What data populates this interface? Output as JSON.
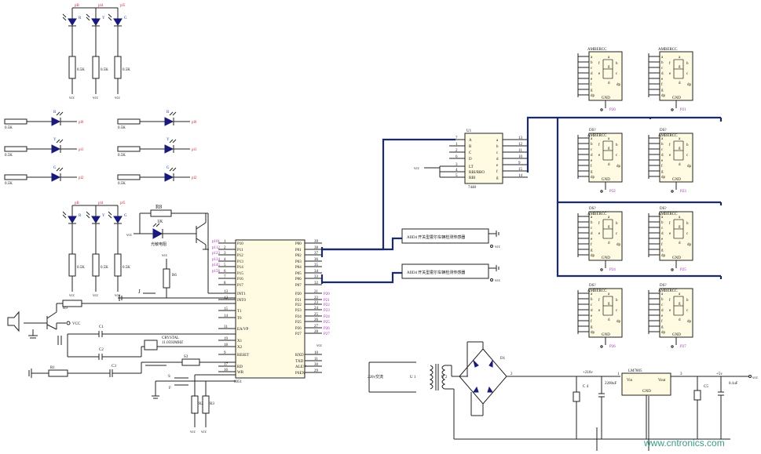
{
  "leds_top": {
    "groups": [
      {
        "labels": [
          "pB",
          "pl4",
          "pl5"
        ],
        "colors": [
          "R",
          "Y",
          "G"
        ],
        "res": "0.5K",
        "vcc": "vcc"
      },
      {
        "labels": [
          "pB",
          "pl4",
          "pl5"
        ],
        "colors": [
          "R",
          "Y",
          "G"
        ],
        "res": "0.5K",
        "vcc": "vcc"
      }
    ]
  },
  "leds_side": {
    "left": [
      {
        "color": "R",
        "res": "0.5K",
        "port": "pl0"
      },
      {
        "color": "Y",
        "res": "0.5K",
        "port": "pl1"
      },
      {
        "color": "G",
        "res": "0.5K",
        "port": "pl2"
      }
    ],
    "right": [
      {
        "color": "R",
        "res": "0.5K",
        "port": "pl0"
      },
      {
        "color": "Y",
        "res": "0.5K",
        "port": "pl1"
      },
      {
        "color": "G",
        "res": "0.5K",
        "port": "pl2"
      }
    ]
  },
  "photo": {
    "r8": "R8",
    "r8v": "1K",
    "label": "光敏电阻",
    "rb": "R6",
    "vcc": "vcc"
  },
  "mcu": {
    "name": "8051",
    "left_pins": [
      {
        "num": "1",
        "name": "P10",
        "net": "p101"
      },
      {
        "num": "2",
        "name": "P11",
        "net": "p112"
      },
      {
        "num": "3",
        "name": "P12",
        "net": "p123"
      },
      {
        "num": "4",
        "name": "P13",
        "net": "p134"
      },
      {
        "num": "5",
        "name": "P14",
        "net": "p145"
      },
      {
        "num": "6",
        "name": "P15",
        "net": "p156"
      },
      {
        "num": "7",
        "name": "P16",
        "net": ""
      },
      {
        "num": "8",
        "name": "P17",
        "net": ""
      },
      {
        "num": "13",
        "name": "INT1",
        "net": ""
      },
      {
        "num": "12",
        "name": "INT0",
        "net": ""
      },
      {
        "num": "15",
        "name": "T1",
        "net": ""
      },
      {
        "num": "14",
        "name": "T0",
        "net": ""
      },
      {
        "num": "31",
        "name": "EA/VP",
        "net": ""
      },
      {
        "num": "19",
        "name": "X1",
        "net": ""
      },
      {
        "num": "18",
        "name": "X2",
        "net": ""
      },
      {
        "num": "9",
        "name": "RESET",
        "net": ""
      },
      {
        "num": "17",
        "name": "RD",
        "net": ""
      },
      {
        "num": "16",
        "name": "WR",
        "net": ""
      }
    ],
    "right_pins": [
      {
        "num": "39",
        "name": "P00",
        "net": ""
      },
      {
        "num": "38",
        "name": "P01",
        "net": ""
      },
      {
        "num": "37",
        "name": "P02",
        "net": ""
      },
      {
        "num": "36",
        "name": "P03",
        "net": ""
      },
      {
        "num": "35",
        "name": "P04",
        "net": ""
      },
      {
        "num": "34",
        "name": "P05",
        "net": ""
      },
      {
        "num": "33",
        "name": "P06",
        "net": ""
      },
      {
        "num": "32",
        "name": "P07",
        "net": ""
      },
      {
        "num": "21",
        "name": "P20",
        "net": "P20"
      },
      {
        "num": "22",
        "name": "P21",
        "net": "P21"
      },
      {
        "num": "23",
        "name": "P22",
        "net": "P22"
      },
      {
        "num": "24",
        "name": "P23",
        "net": "P23"
      },
      {
        "num": "25",
        "name": "P24",
        "net": "P24"
      },
      {
        "num": "26",
        "name": "P25",
        "net": "P25"
      },
      {
        "num": "27",
        "name": "P26",
        "net": "P26"
      },
      {
        "num": "28",
        "name": "P27",
        "net": "P27"
      },
      {
        "num": "10",
        "name": "RXD",
        "net": ""
      },
      {
        "num": "11",
        "name": "TXD",
        "net": ""
      },
      {
        "num": "30",
        "name": "ALE/P",
        "net": ""
      },
      {
        "num": "29",
        "name": "PSEN",
        "net": ""
      }
    ],
    "vcc": "vcc"
  },
  "misc": {
    "j": "J",
    "r9": "R9",
    "vcc_buzzer": "VCC",
    "c1": "C1",
    "c2": "C2",
    "c3": "C3",
    "r1": "R1",
    "crystal": "CRYSTAL",
    "crystal_freq": "11.0592MHZ",
    "s3": "S3",
    "s": "S",
    "f": "F",
    "r2": "R2",
    "r3": "R3",
    "vcc": "vcc"
  },
  "decoder": {
    "name": "U1",
    "part": "7448",
    "inputs": [
      {
        "num": "7",
        "name": "A"
      },
      {
        "num": "1",
        "name": "B"
      },
      {
        "num": "2",
        "name": "C"
      },
      {
        "num": "6",
        "name": "D"
      }
    ],
    "ctrl": [
      {
        "num": "3",
        "name": "LT"
      },
      {
        "num": "4",
        "name": "RBI/RBO"
      },
      {
        "num": "5",
        "name": "RBI"
      }
    ],
    "outputs": [
      {
        "num": "13",
        "name": "a"
      },
      {
        "num": "12",
        "name": "b"
      },
      {
        "num": "11",
        "name": "c"
      },
      {
        "num": "10",
        "name": "d"
      },
      {
        "num": "9",
        "name": "e"
      },
      {
        "num": "15",
        "name": "f"
      },
      {
        "num": "14",
        "name": "g"
      }
    ],
    "vcc": "vcc"
  },
  "sensors": [
    {
      "label": "AIID4 开关型霍尔车辆检测传感器"
    },
    {
      "label": "AIID4 开关型霍尔车辆检测传感器"
    }
  ],
  "displays": {
    "part": "AMBERCC",
    "designator": "DS?",
    "seg_pins": [
      "a",
      "b",
      "c",
      "d",
      "e",
      "f",
      "g",
      "dp"
    ],
    "seg_letters": [
      "a",
      "f",
      "b",
      "g",
      "e",
      "c",
      "d",
      "dp"
    ],
    "gnd": "GND",
    "nets": [
      "P20",
      "P21",
      "P22",
      "P23",
      "P24",
      "P25",
      "P26",
      "P27"
    ]
  },
  "power": {
    "ac": "220v交流",
    "u1": "U 1",
    "u2": "U 2",
    "d1": "D1",
    "n2": "2",
    "n1": "1",
    "n3": "3",
    "v16": "+216v",
    "c4": "C 4",
    "c4v": "2200uF",
    "reg": "LM7805",
    "vin": "Vin",
    "vout": "Vout",
    "gnd": "GND",
    "c5": "C5",
    "c6v": "0.1uF",
    "v5": "+5v",
    "vcc": "vcc"
  },
  "watermark": "www.cntronics.com"
}
